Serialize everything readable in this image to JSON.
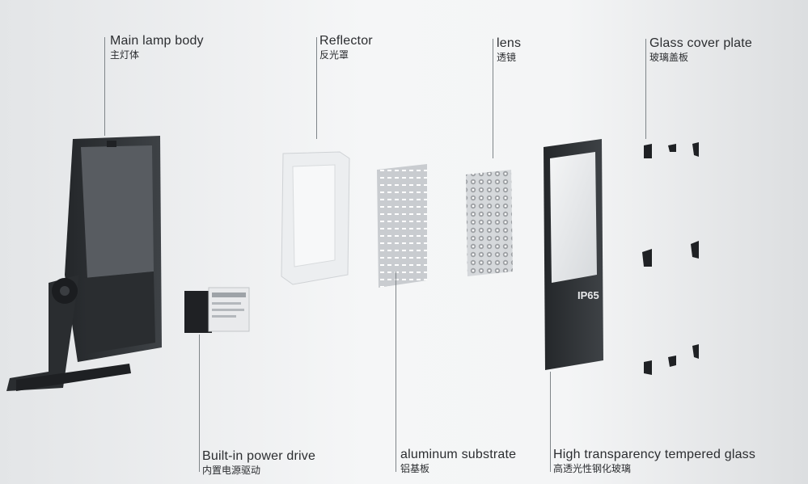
{
  "parts": [
    {
      "id": "main_lamp_body",
      "en": "Main lamp body",
      "cn": "主灯体"
    },
    {
      "id": "reflector",
      "en": "Reflector",
      "cn": "反光罩"
    },
    {
      "id": "lens",
      "en": "lens",
      "cn": "透镜"
    },
    {
      "id": "glass_cover_plate",
      "en": "Glass cover plate",
      "cn": "玻璃盖板"
    },
    {
      "id": "power_drive",
      "en": "Built-in power drive",
      "cn": "内置电源驱动"
    },
    {
      "id": "aluminum_substrate",
      "en": "aluminum substrate",
      "cn": "铝基板"
    },
    {
      "id": "tempered_glass",
      "en": "High transparency tempered glass",
      "cn": "高透光性钢化玻璃"
    }
  ],
  "glass_marking": "IP65",
  "colors": {
    "body": "#2f3236",
    "accent_line": "#7f8589",
    "text": "#2b2d30"
  }
}
